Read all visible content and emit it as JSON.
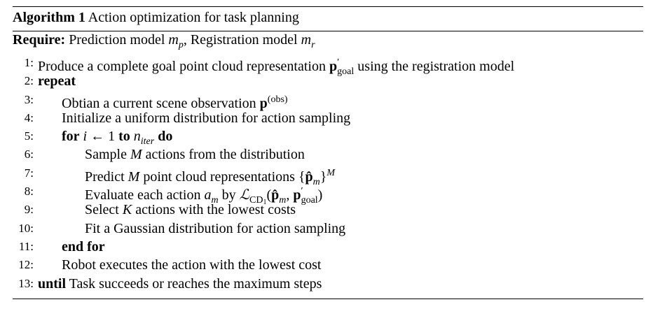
{
  "algorithm": {
    "label": "Algorithm 1",
    "title": "Action optimization for task planning",
    "require": {
      "keyword": "Require:",
      "text_1": "Prediction model ",
      "m_p_base": "m",
      "m_p_sub": "p",
      "text_2": ", Registration model ",
      "m_r_base": "m",
      "m_r_sub": "r"
    },
    "lines": [
      {
        "num": "1:",
        "pre": "Produce a complete goal point cloud representation ",
        "sym": "p",
        "sym_sup": "′",
        "sym_sub": "goal",
        "post": " using the registration model"
      },
      {
        "num": "2:",
        "keyword": "repeat"
      },
      {
        "num": "3:",
        "pre": "Obtian a current scene observation ",
        "sym": "p",
        "sym_sup": "(obs)"
      },
      {
        "num": "4:",
        "text": "Initialize a uniform distribution for action sampling"
      },
      {
        "num": "5:",
        "kw_for": "for",
        "var_i": "i",
        "arrow": " ← 1 ",
        "kw_to": "to",
        "n_base": "n",
        "n_sub": "iter",
        "kw_do": "do"
      },
      {
        "num": "6:",
        "pre": "Sample ",
        "var": "M",
        "post": " actions from the distribution"
      },
      {
        "num": "7:",
        "pre": "Predict ",
        "var": "M",
        "mid": " point cloud representations {",
        "hat": "p̂",
        "hat_sub": "m",
        "close": "}",
        "close_sup": "M"
      },
      {
        "num": "8:",
        "pre": "Evaluate each action ",
        "a_base": "a",
        "a_sub": "m",
        "by": " by ",
        "loss": "ℒ",
        "loss_sub": "CD",
        "loss_sub2": "1",
        "args_open": "(",
        "arg_hat": "p̂",
        "arg_hat_sub": "m",
        "comma": ", ",
        "arg_p": "p",
        "arg_p_sup": "′",
        "arg_p_sub": "goal",
        "args_close": ")"
      },
      {
        "num": "9:",
        "pre": "Select ",
        "var": "K",
        "post": " actions with the lowest costs"
      },
      {
        "num": "10:",
        "text": "Fit a Gaussian distribution for action sampling"
      },
      {
        "num": "11:",
        "keyword": "end for"
      },
      {
        "num": "12:",
        "text": "Robot executes the action with the lowest cost"
      },
      {
        "num": "13:",
        "keyword": "until",
        "text": " Task succeeds or reaches the maximum steps"
      }
    ]
  }
}
